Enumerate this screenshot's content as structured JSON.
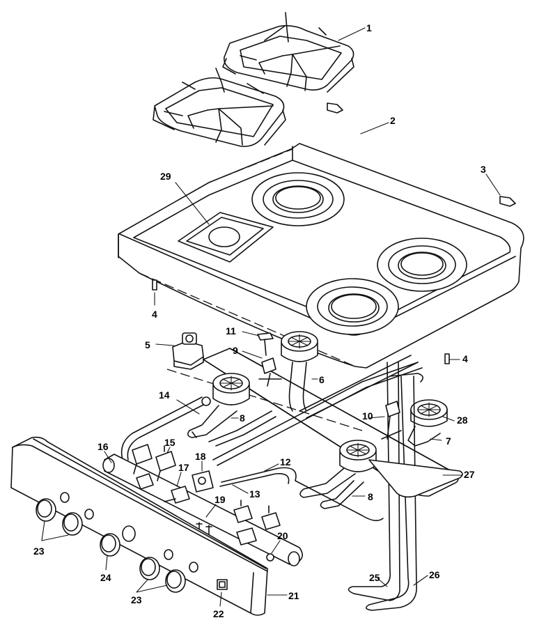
{
  "callouts": {
    "c1": "1",
    "c2": "2",
    "c3": "3",
    "c4a": "4",
    "c4b": "4",
    "c5": "5",
    "c6": "6",
    "c7": "7",
    "c8a": "8",
    "c8b": "8",
    "c9": "9",
    "c10": "10",
    "c11": "11",
    "c12": "12",
    "c13": "13",
    "c14": "14",
    "c15": "15",
    "c16": "16",
    "c17": "17",
    "c18": "18",
    "c19": "19",
    "c20": "20",
    "c21": "21",
    "c22": "22",
    "c23a": "23",
    "c23b": "23",
    "c24": "24",
    "c25": "25",
    "c26": "26",
    "c27": "27",
    "c28": "28",
    "c29": "29"
  },
  "colors": {
    "line": "#111111",
    "background": "#ffffff"
  }
}
